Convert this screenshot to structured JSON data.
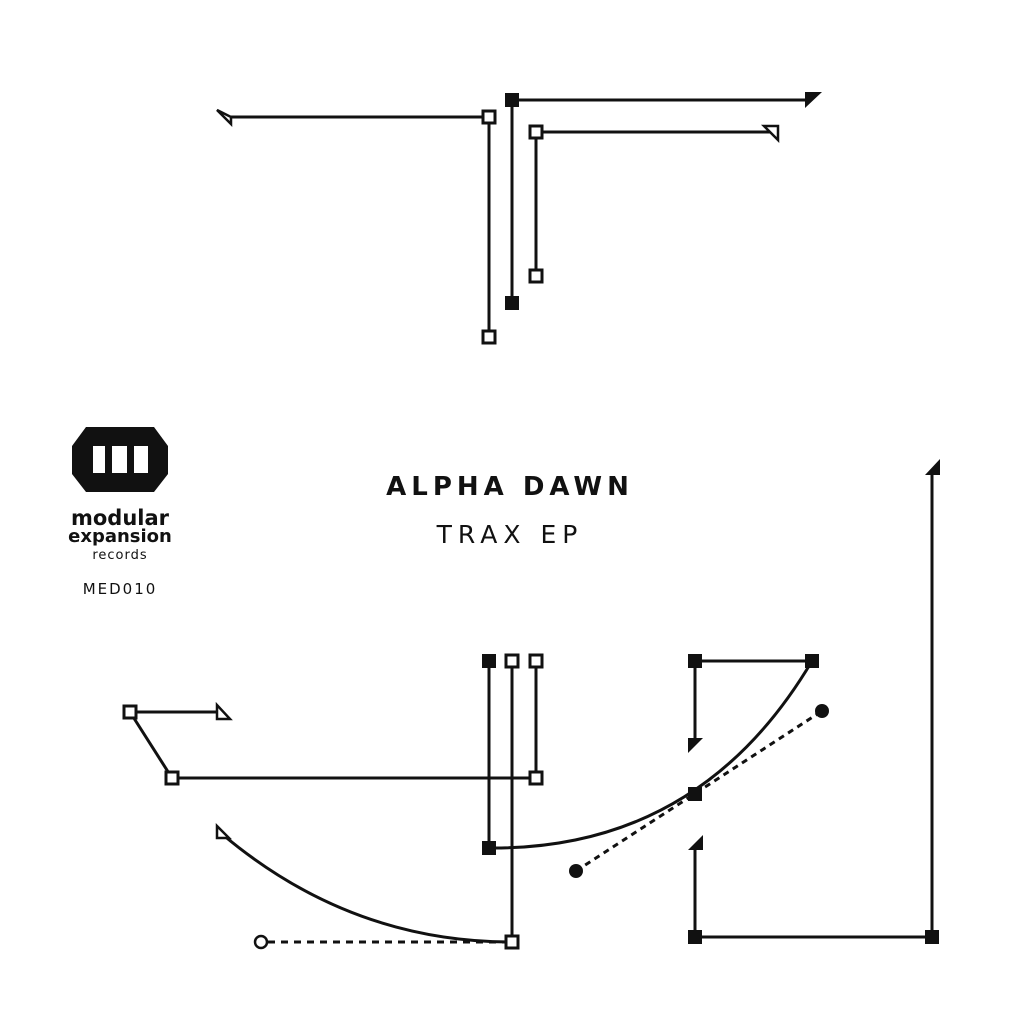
{
  "cover": {
    "artist": "ALPHA DAWN",
    "title": "TRAX EP",
    "label": {
      "line1": "modular",
      "line2": "expansion",
      "line3": "records"
    },
    "catalog": "MED010"
  },
  "colors": {
    "ink": "#111111",
    "background": "#ffffff"
  }
}
